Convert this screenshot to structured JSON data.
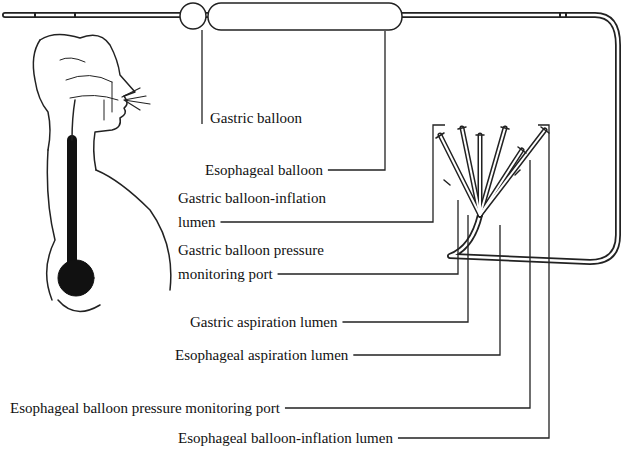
{
  "diagram": {
    "labels": [
      "Gastric balloon",
      "Esophageal balloon",
      "Gastric balloon-inflation lumen",
      "Gastric balloon pressure monitoring port",
      "Gastric aspiration lumen",
      "Esophageal aspiration lumen",
      "Esophageal balloon pressure monitoring port",
      "Esophageal balloon-inflation lumen"
    ]
  }
}
